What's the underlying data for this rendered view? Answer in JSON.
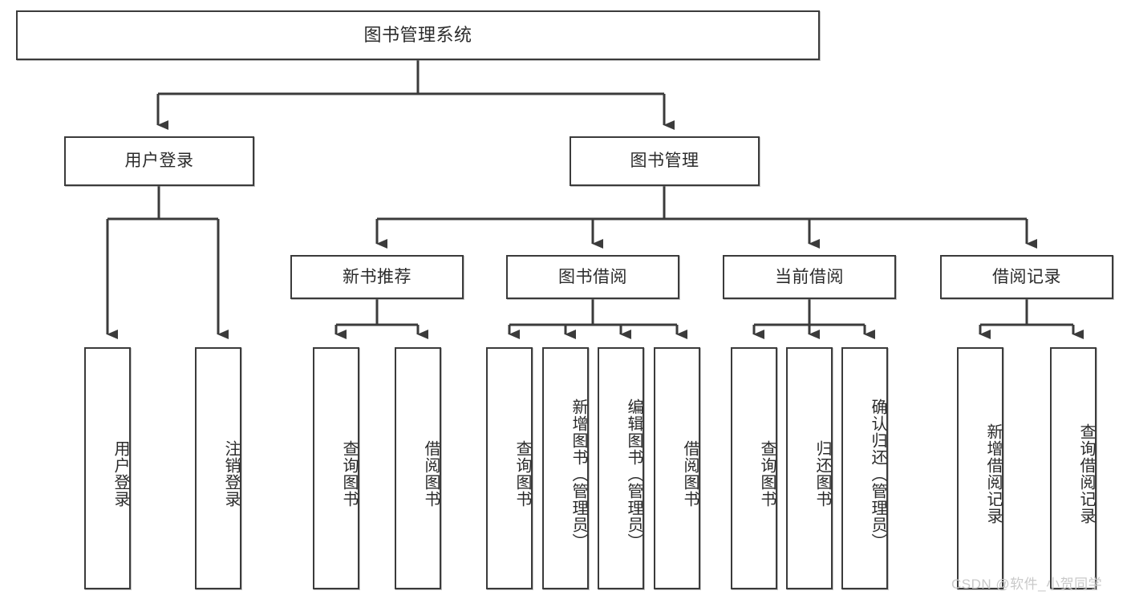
{
  "diagram": {
    "title": "图书管理系统",
    "type": "hierarchy-tree",
    "watermark": "CSDN @软件_小贺同学",
    "colors": {
      "border": "#3b3b3b",
      "text": "#2b2b2b",
      "background": "#ffffff",
      "edge": "#3b3b3b",
      "watermark": "#c9c9c9"
    },
    "levels": {
      "level1": [
        {
          "id": "root",
          "label": "图书管理系统"
        }
      ],
      "level2": [
        {
          "id": "user-login",
          "label": "用户登录"
        },
        {
          "id": "book-manage",
          "label": "图书管理"
        }
      ],
      "level3": [
        {
          "id": "new-book-recommend",
          "label": "新书推荐",
          "parent": "book-manage"
        },
        {
          "id": "book-borrow",
          "label": "图书借阅",
          "parent": "book-manage"
        },
        {
          "id": "current-borrow",
          "label": "当前借阅",
          "parent": "book-manage"
        },
        {
          "id": "borrow-record",
          "label": "借阅记录",
          "parent": "book-manage"
        }
      ],
      "level4": [
        {
          "id": "leaf-user-login",
          "label": "用户登录",
          "parent": "user-login"
        },
        {
          "id": "leaf-user-logout",
          "label": "注销登录",
          "parent": "user-login"
        },
        {
          "id": "leaf-query-book-1",
          "label": "查询图书",
          "parent": "new-book-recommend"
        },
        {
          "id": "leaf-borrow-book-1",
          "label": "借阅图书",
          "parent": "new-book-recommend"
        },
        {
          "id": "leaf-query-book-2",
          "label": "查询图书",
          "parent": "book-borrow"
        },
        {
          "id": "leaf-add-book",
          "label": "新增图书（管理员）",
          "parent": "book-borrow"
        },
        {
          "id": "leaf-edit-book",
          "label": "编辑图书（管理员）",
          "parent": "book-borrow"
        },
        {
          "id": "leaf-borrow-book-2",
          "label": "借阅图书",
          "parent": "book-borrow"
        },
        {
          "id": "leaf-query-book-3",
          "label": "查询图书",
          "parent": "current-borrow"
        },
        {
          "id": "leaf-return-book",
          "label": "归还图书",
          "parent": "current-borrow"
        },
        {
          "id": "leaf-confirm-return",
          "label": "确认归还（管理员）",
          "parent": "current-borrow"
        },
        {
          "id": "leaf-add-record",
          "label": "新增借阅记录",
          "parent": "borrow-record"
        },
        {
          "id": "leaf-query-record",
          "label": "查询借阅记录",
          "parent": "borrow-record"
        }
      ]
    }
  }
}
